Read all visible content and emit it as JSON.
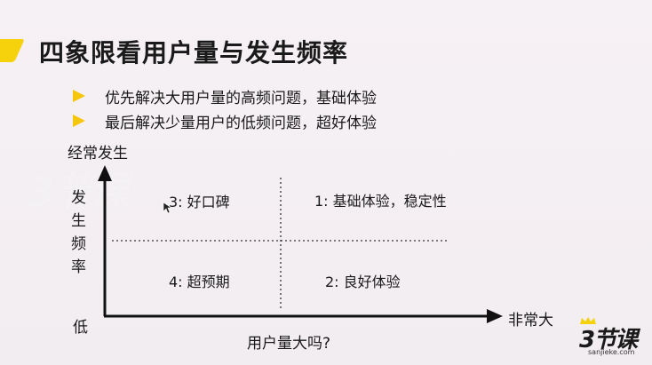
{
  "slide": {
    "title": "四象限看用户量与发生频率",
    "bullets": [
      "优先解决大用户量的高频问题，基础体验",
      "最后解决少量用户的低频问题，超好体验"
    ]
  },
  "diagram": {
    "y_axis_top_label": "经常发生",
    "y_axis_label_chars": [
      "发",
      "生",
      "频",
      "率"
    ],
    "y_axis_low_label": "低",
    "x_axis_right_label": "非常大",
    "x_axis_label": "用户量大吗?",
    "quadrants": {
      "top_left": "3: 好口碑",
      "top_right": "1: 基础体验，稳定性",
      "bottom_left": "4: 超预期",
      "bottom_right": "2: 良好体验"
    }
  },
  "branding": {
    "logo_text": "3节课",
    "logo_subtext": "sanjieke.com",
    "watermark_text": "3节课",
    "accent_color": "#f5d20c",
    "bullet_color": "#f5c60c"
  }
}
